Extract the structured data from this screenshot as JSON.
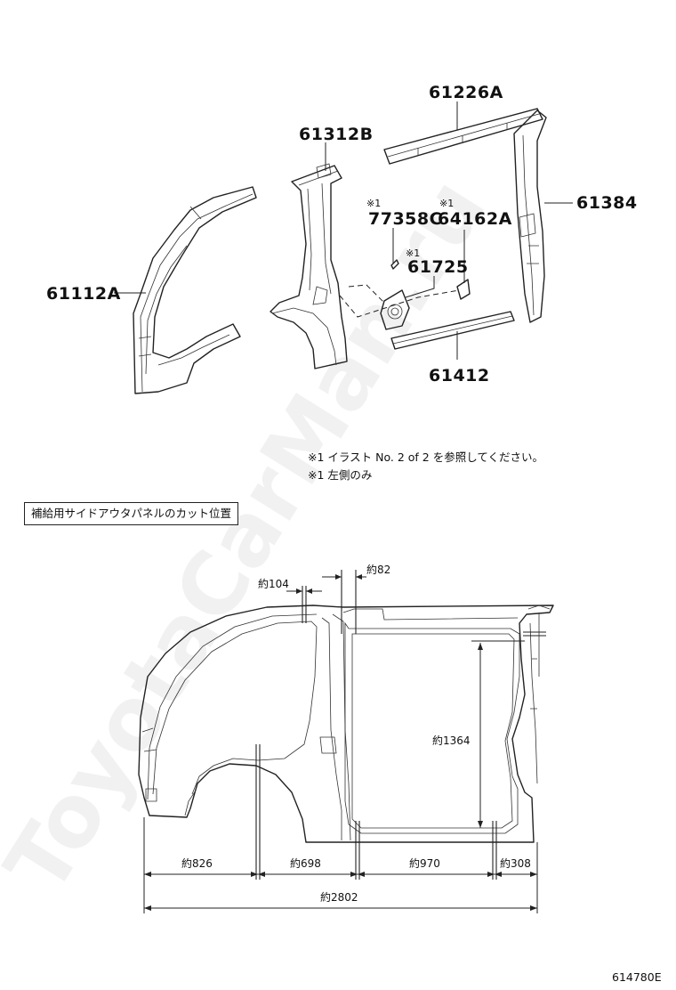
{
  "watermark": "ToyotaCarMan.ru",
  "part_labels": {
    "p61226A": "61226A",
    "p61312B": "61312B",
    "p77358C": "77358C",
    "p64162A": "64162A",
    "p61725": "61725",
    "p61384": "61384",
    "p61112A": "61112A",
    "p61412": "61412"
  },
  "reference_mark": "※1",
  "notes": [
    "※1 イラスト No. 2 of 2 を参照してください。",
    "※1 左側のみ"
  ],
  "cut_section_title": "補給用サイドアウタパネルのカット位置",
  "dimensions": {
    "d104": "約104",
    "d82": "約82",
    "d1364": "約1364",
    "d826": "約826",
    "d698": "約698",
    "d970": "約970",
    "d308": "約308",
    "d2802": "約2802"
  },
  "illustration_id": "614780E"
}
